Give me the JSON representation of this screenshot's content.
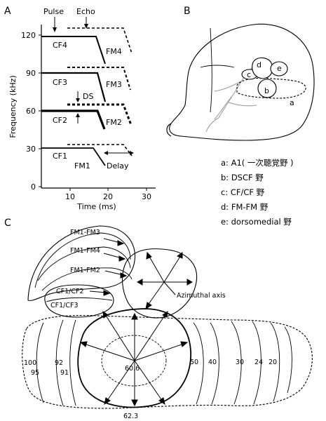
{
  "panels": {
    "a": "A",
    "b": "B",
    "c": "C"
  },
  "panel_a": {
    "pulse_label": "Pulse",
    "echo_label": "Echo",
    "y_axis_label": "Frequency (kHz)",
    "x_axis_label": "Time (ms)",
    "y_ticks": [
      "120",
      "90",
      "60",
      "30",
      "0"
    ],
    "x_ticks": [
      "10",
      "20",
      "30"
    ],
    "harmonics": [
      "CF4",
      "CF3",
      "CF2",
      "CF1"
    ],
    "fm_labels": [
      "FM4",
      "FM3",
      "FM2",
      "FM1"
    ],
    "ds_label": "DS",
    "delay_label": "Delay"
  },
  "panel_b": {
    "area_labels": [
      "a",
      "b",
      "c",
      "d",
      "e"
    ],
    "legend": [
      "a: A1( 一次聴覚野 )",
      "b: DSCF 野",
      "c: CF/CF 野",
      "d: FM-FM 野",
      "e: dorsomedial 野"
    ]
  },
  "panel_c": {
    "fm_bands": [
      "FM1-FM3",
      "FM1-FM4",
      "FM1-FM2"
    ],
    "cf_bands": [
      "CF1/CF2",
      "CF1/CF3"
    ],
    "azimuthal_label": "Azimuthal axis",
    "iso_left": [
      "100",
      "95",
      "92",
      "91"
    ],
    "dscf_center": "60.6",
    "dscf_bottom": "62.3",
    "iso_right": [
      "50",
      "40",
      "30",
      "24",
      "20"
    ]
  }
}
